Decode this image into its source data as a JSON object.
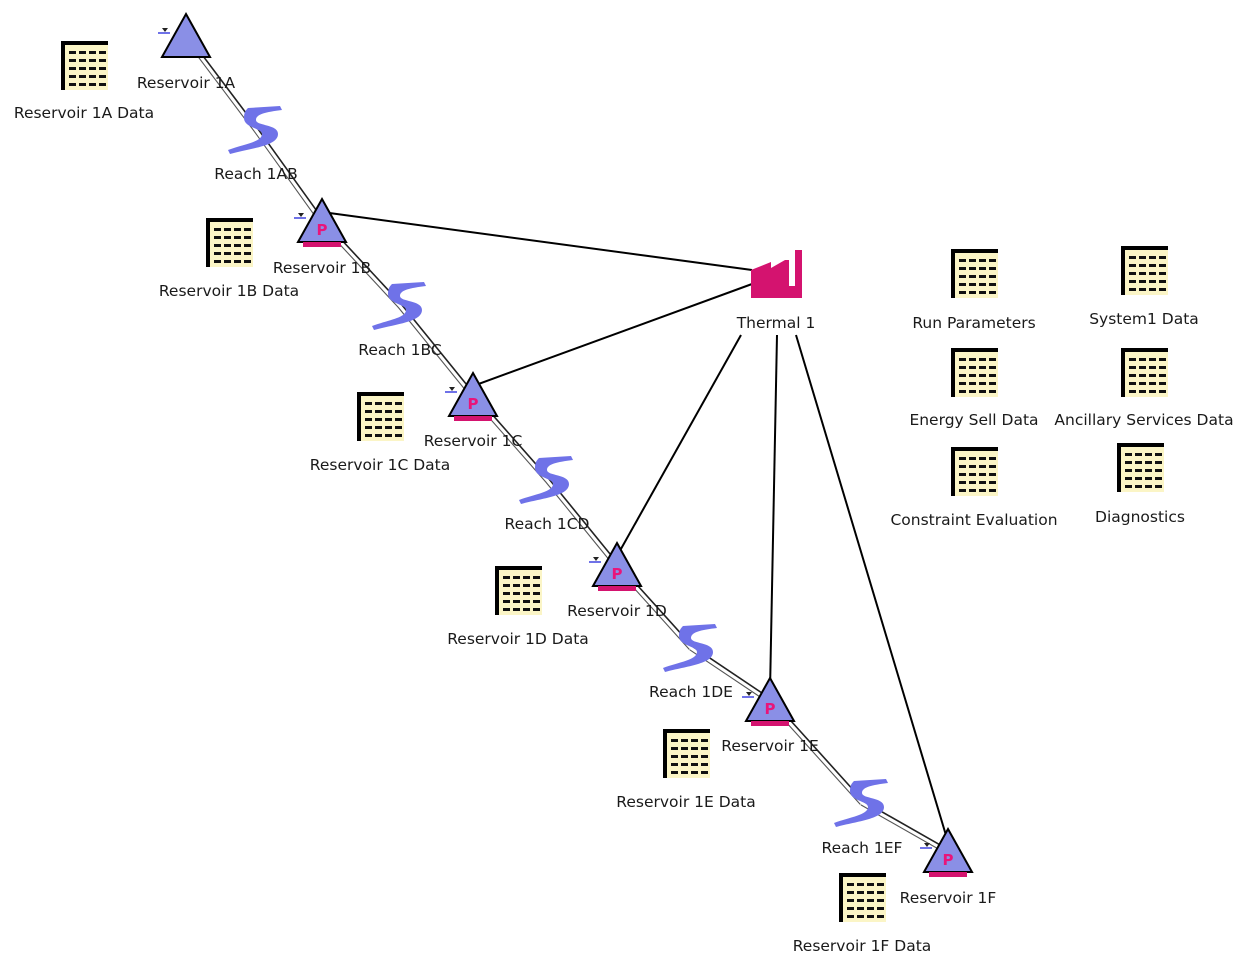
{
  "colors": {
    "reservoir_fill": "#8a8fe6",
    "reservoir_stroke": "#000000",
    "plant_base": "#d4136f",
    "plant_letter": "#e8157a",
    "reach": "#6f72e8",
    "thermal": "#d4136f",
    "table_fill": "#fbf5c6",
    "table_border": "#000000",
    "link": "#000000"
  },
  "reservoirs": [
    {
      "id": "reservoir-1a",
      "label": "Reservoir 1A",
      "plant": false,
      "plant_letter": ""
    },
    {
      "id": "reservoir-1b",
      "label": "Reservoir 1B",
      "plant": true,
      "plant_letter": "P"
    },
    {
      "id": "reservoir-1c",
      "label": "Reservoir 1C",
      "plant": true,
      "plant_letter": "P"
    },
    {
      "id": "reservoir-1d",
      "label": "Reservoir 1D",
      "plant": true,
      "plant_letter": "P"
    },
    {
      "id": "reservoir-1e",
      "label": "Reservoir 1E",
      "plant": true,
      "plant_letter": "P"
    },
    {
      "id": "reservoir-1f",
      "label": "Reservoir 1F",
      "plant": true,
      "plant_letter": "P"
    }
  ],
  "reaches": [
    {
      "id": "reach-1ab",
      "label": "Reach 1AB"
    },
    {
      "id": "reach-1bc",
      "label": "Reach 1BC"
    },
    {
      "id": "reach-1cd",
      "label": "Reach 1CD"
    },
    {
      "id": "reach-1de",
      "label": "Reach 1DE"
    },
    {
      "id": "reach-1ef",
      "label": "Reach 1EF"
    }
  ],
  "thermal": {
    "id": "thermal-1",
    "label": "Thermal 1"
  },
  "data_tables": [
    {
      "id": "reservoir-1a-data",
      "label": "Reservoir 1A Data"
    },
    {
      "id": "reservoir-1b-data",
      "label": "Reservoir 1B Data"
    },
    {
      "id": "reservoir-1c-data",
      "label": "Reservoir 1C Data"
    },
    {
      "id": "reservoir-1d-data",
      "label": "Reservoir 1D Data"
    },
    {
      "id": "reservoir-1e-data",
      "label": "Reservoir 1E Data"
    },
    {
      "id": "reservoir-1f-data",
      "label": "Reservoir 1F Data"
    },
    {
      "id": "run-parameters",
      "label": "Run Parameters"
    },
    {
      "id": "system1-data",
      "label": "System1 Data"
    },
    {
      "id": "energy-sell-data",
      "label": "Energy Sell Data"
    },
    {
      "id": "ancillary-services-data",
      "label": "Ancillary Services Data"
    },
    {
      "id": "constraint-evaluation",
      "label": "Constraint Evaluation"
    },
    {
      "id": "diagnostics",
      "label": "Diagnostics"
    }
  ],
  "links": [
    {
      "from": "reservoir-1a",
      "to": "reach-1ab"
    },
    {
      "from": "reach-1ab",
      "to": "reservoir-1b"
    },
    {
      "from": "reservoir-1b",
      "to": "reach-1bc"
    },
    {
      "from": "reach-1bc",
      "to": "reservoir-1c"
    },
    {
      "from": "reservoir-1c",
      "to": "reach-1cd"
    },
    {
      "from": "reach-1cd",
      "to": "reservoir-1d"
    },
    {
      "from": "reservoir-1d",
      "to": "reach-1de"
    },
    {
      "from": "reach-1de",
      "to": "reservoir-1e"
    },
    {
      "from": "reservoir-1e",
      "to": "reach-1ef"
    },
    {
      "from": "reach-1ef",
      "to": "reservoir-1f"
    },
    {
      "from": "thermal-1",
      "to": "reservoir-1b"
    },
    {
      "from": "thermal-1",
      "to": "reservoir-1c"
    },
    {
      "from": "thermal-1",
      "to": "reservoir-1d"
    },
    {
      "from": "thermal-1",
      "to": "reservoir-1e"
    },
    {
      "from": "thermal-1",
      "to": "reservoir-1f"
    }
  ]
}
